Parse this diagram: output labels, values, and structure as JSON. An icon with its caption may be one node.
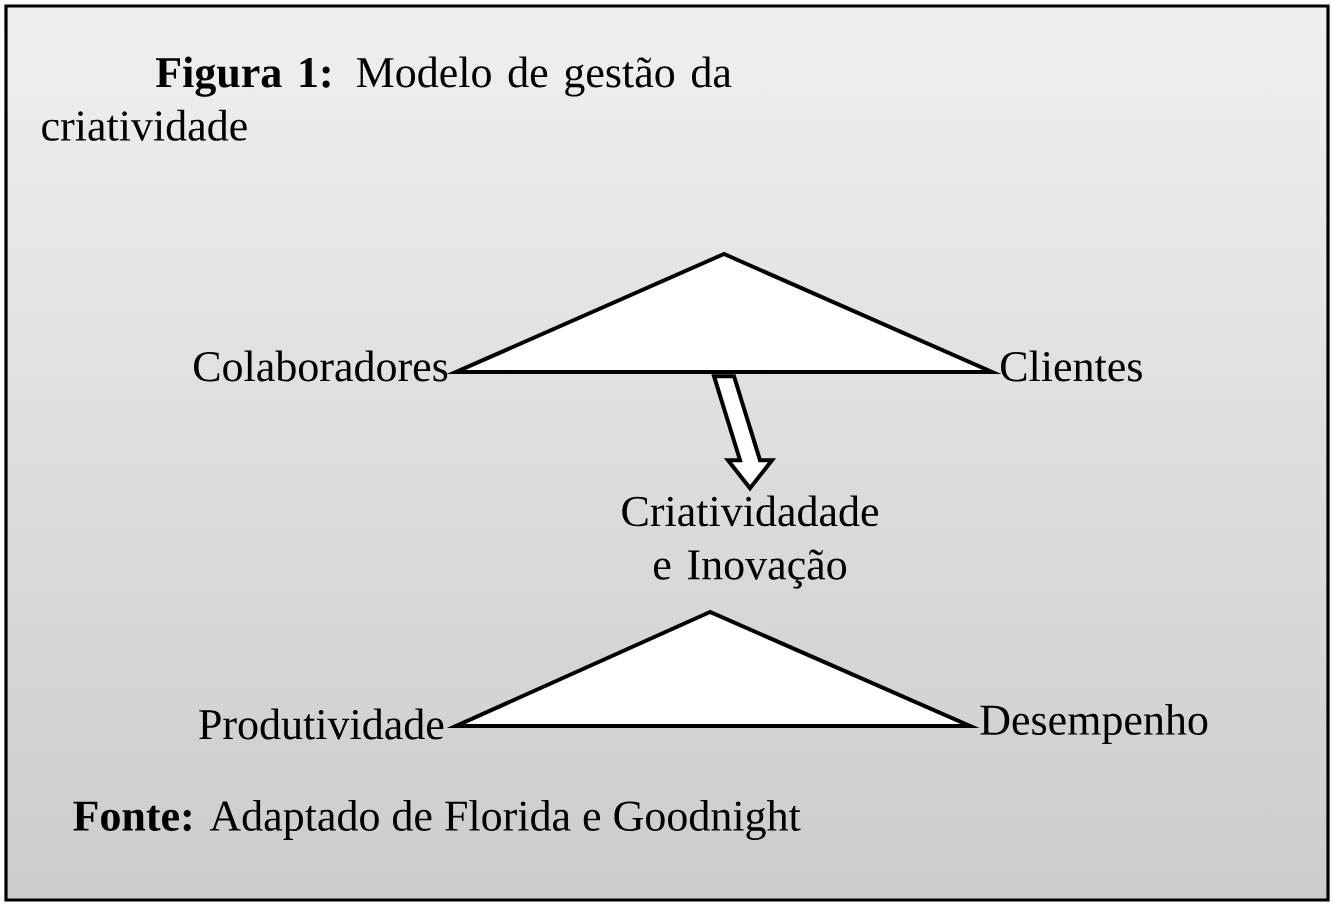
{
  "diagram": {
    "title": "**Figura 1:** Modelo de gestão da criatividade",
    "caption": "**Fonte:** Adaptado de Florida e Goodnight",
    "nodes": [
      {
        "text": [
          "Colaboradores"
        ]
      },
      {
        "text": [],
        "shape": "triangle"
      },
      {
        "text": [
          "Clientes"
        ]
      },
      {
        "text": [
          "Criatividadade e Inovação"
        ]
      },
      {
        "text": [
          "Produtividade"
        ]
      },
      {
        "text": [],
        "shape": "triangle"
      },
      {
        "text": [
          "Desempenho"
        ]
      }
    ],
    "edges": [
      {
        "from": 1,
        "to": 3,
        "arrow": "to"
      }
    ]
  }
}
